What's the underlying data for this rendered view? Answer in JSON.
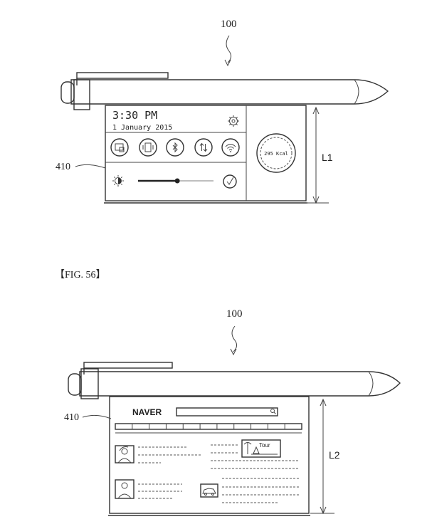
{
  "figure_top": {
    "ref_device": "100",
    "ref_display": "410",
    "length_label": "L1",
    "screen": {
      "time": "3:30 PM",
      "date": "1 January 2015",
      "settings_icon": "gear-icon",
      "quick_toggles": [
        {
          "icon": "screen-capture-icon"
        },
        {
          "icon": "vibrate-icon"
        },
        {
          "icon": "bluetooth-icon"
        },
        {
          "icon": "data-transfer-icon"
        },
        {
          "icon": "wifi-icon"
        }
      ],
      "brightness_icon": "brightness-icon",
      "brightness_level": 0.52,
      "confirm_icon": "check-icon",
      "calorie_text": "295 Kcal"
    }
  },
  "figure_caption": "【FIG. 56】",
  "figure_bottom": {
    "ref_device": "100",
    "ref_display": "410",
    "length_label": "L2",
    "screen": {
      "logo": "NAVER",
      "search_placeholder": "",
      "search_icon": "search-icon",
      "nav_tab_count": 11,
      "card_badge": "Tour",
      "articles": [
        {
          "thumb": "person-thumbnail-icon"
        },
        {
          "thumb": "tour-thumbnail-icon"
        },
        {
          "thumb": "person-thumbnail-icon"
        },
        {
          "thumb": "car-thumbnail-icon"
        }
      ]
    }
  }
}
